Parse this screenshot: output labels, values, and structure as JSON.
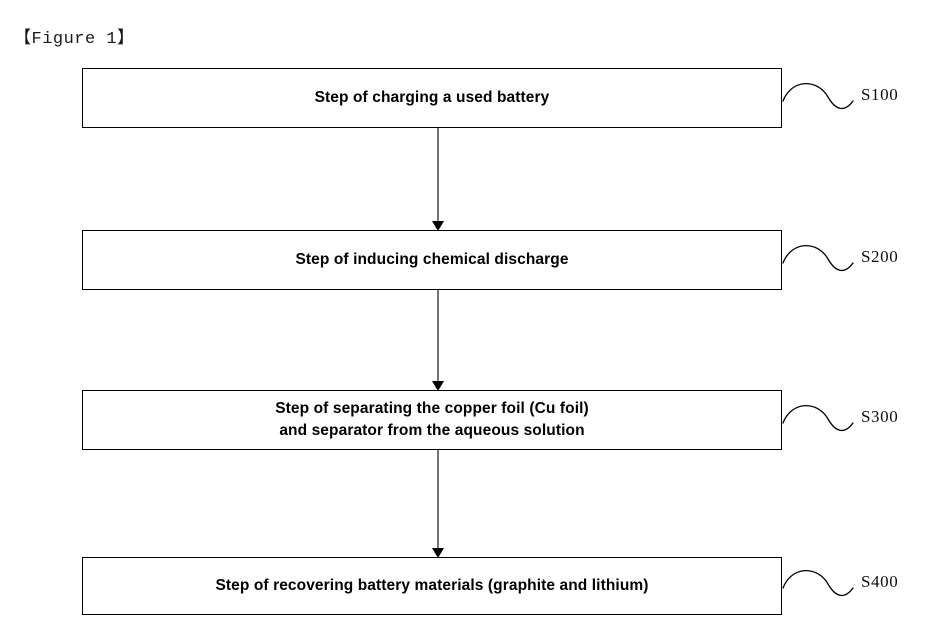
{
  "figure": {
    "caption": "【Figure 1】",
    "type": "process-flowchart",
    "orientation": "vertical",
    "background_color": "#ffffff",
    "line_color": "#000000"
  },
  "flowchart": {
    "steps": [
      {
        "id": "S100",
        "label": "Step of charging a used battery",
        "ref_label": "S100"
      },
      {
        "id": "S200",
        "label": "Step of inducing chemical discharge",
        "ref_label": "S200"
      },
      {
        "id": "S300",
        "label": "Step of separating the copper foil (Cu foil)\nand separator from the aqueous solution",
        "ref_label": "S300"
      },
      {
        "id": "S400",
        "label": "Step of recovering battery materials (graphite and lithium)",
        "ref_label": "S400"
      }
    ],
    "connectors": [
      {
        "from": "S100",
        "to": "S200",
        "style": "downward-arrow"
      },
      {
        "from": "S200",
        "to": "S300",
        "style": "downward-arrow"
      },
      {
        "from": "S300",
        "to": "S400",
        "style": "downward-arrow"
      }
    ],
    "leader_lines": [
      {
        "for": "S100",
        "style": "wavy-leader"
      },
      {
        "for": "S200",
        "style": "wavy-leader"
      },
      {
        "for": "S300",
        "style": "wavy-leader"
      },
      {
        "for": "S400",
        "style": "wavy-leader"
      }
    ]
  }
}
